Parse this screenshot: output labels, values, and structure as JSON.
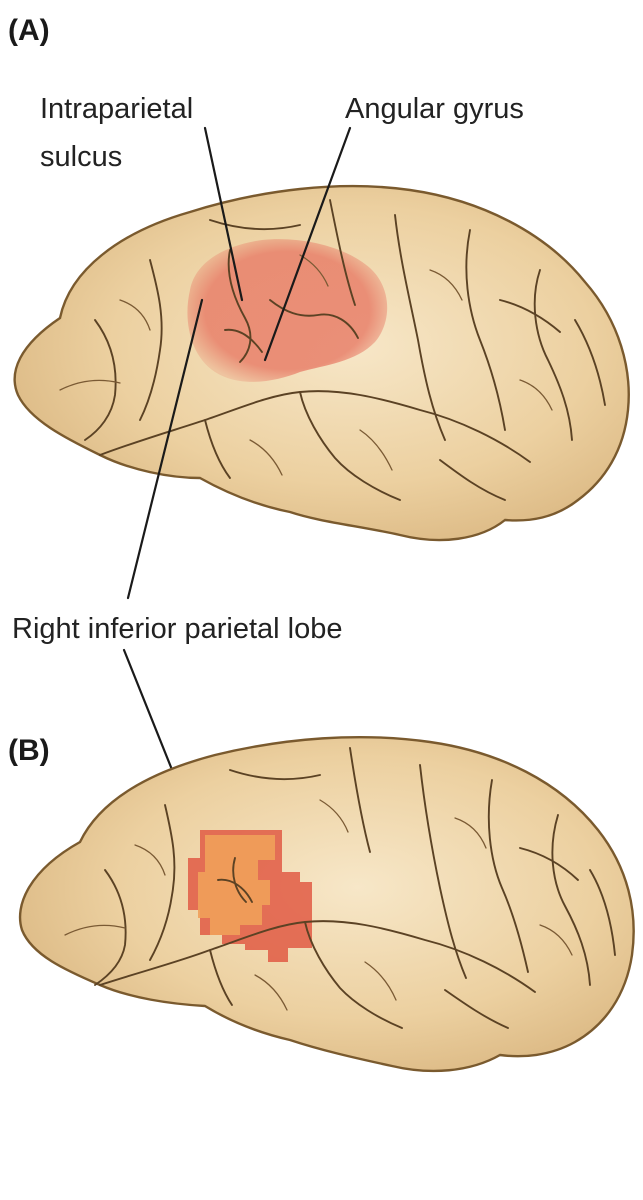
{
  "panels": [
    {
      "label": "(A)"
    },
    {
      "label": "(B)"
    }
  ],
  "callouts": {
    "intraparietal_line1": "Intraparietal",
    "intraparietal_line2": "sulcus",
    "angular_gyrus": "Angular gyrus",
    "right_inferior_parietal_lobe": "Right inferior parietal lobe"
  },
  "colors": {
    "brain_fill": "#ecd0a0",
    "brain_shadow": "#d8b47e",
    "brain_highlight": "#f7e7c8",
    "highlight_region_a": "#e8806a",
    "highlight_region_b_outer": "#e05a44",
    "highlight_region_b_inner": "#f0a05a"
  }
}
